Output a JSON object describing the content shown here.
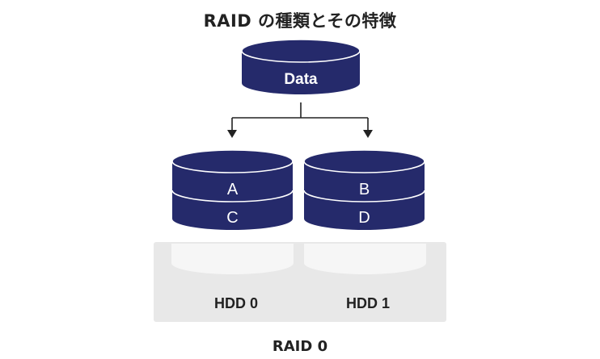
{
  "title": "RAID の種類とその特徴",
  "source_data": {
    "label": "Data"
  },
  "disks": [
    {
      "stripes": [
        "A",
        "C"
      ]
    },
    {
      "stripes": [
        "B",
        "D"
      ]
    }
  ],
  "drives": [
    {
      "label": "HDD 0"
    },
    {
      "label": "HDD 1"
    }
  ],
  "caption": "RAID 0",
  "colors": {
    "disk_fill": "#252a6b",
    "disk_edge": "#ffffff",
    "drive_bay": "#e8e8e8",
    "drive_top": "#f6f6f6",
    "arrow": "#222222",
    "text": "#222222"
  }
}
